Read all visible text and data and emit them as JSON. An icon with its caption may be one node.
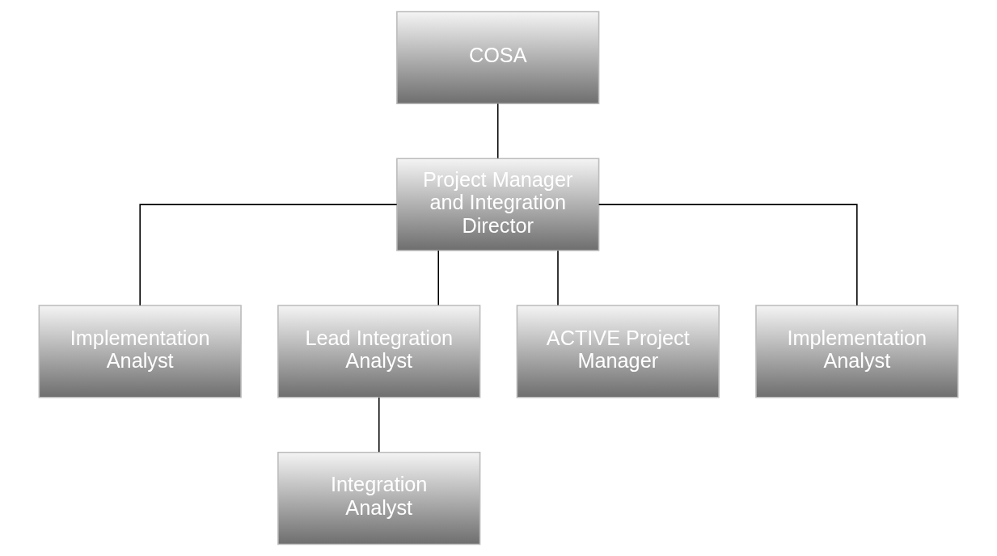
{
  "diagram": {
    "nodes": [
      {
        "text": [
          "COSA"
        ]
      },
      {
        "text": [
          "Project Manager and Integration Director"
        ]
      },
      {
        "text": [
          "Implementation Analyst"
        ]
      },
      {
        "text": [
          "Lead Integration Analyst"
        ]
      },
      {
        "text": [
          "ACTIVE Project Manager"
        ]
      },
      {
        "text": [
          "Implementation Analyst"
        ]
      },
      {
        "text": [
          "Integration Analyst"
        ]
      }
    ],
    "edges": [
      {
        "from": 0,
        "to": 1,
        "arrow": "none"
      },
      {
        "from": 1,
        "to": 2,
        "arrow": "none"
      },
      {
        "from": 1,
        "to": 3,
        "arrow": "none"
      },
      {
        "from": 1,
        "to": 4,
        "arrow": "none"
      },
      {
        "from": 1,
        "to": 5,
        "arrow": "none"
      },
      {
        "from": 3,
        "to": 6,
        "arrow": "none"
      }
    ]
  }
}
